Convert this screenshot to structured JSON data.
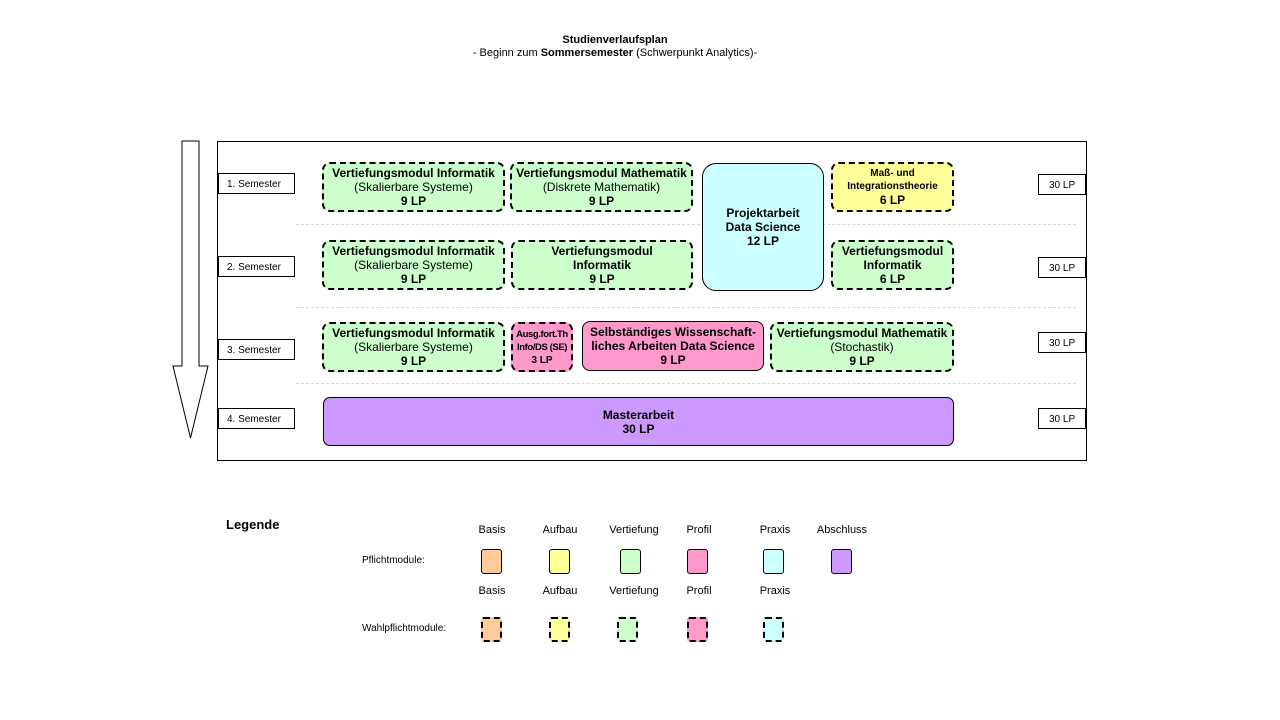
{
  "header": {
    "title": "Studienverlaufsplan",
    "subtitle_prefix": "- Beginn zum ",
    "subtitle_bold": "Sommersemester",
    "subtitle_suffix": " (Schwerpunkt Analytics)-"
  },
  "semesters": [
    {
      "label": "1. Semester",
      "lp": "30 LP"
    },
    {
      "label": "2. Semester",
      "lp": "30 LP"
    },
    {
      "label": "3. Semester",
      "lp": "30 LP"
    },
    {
      "label": "4. Semester",
      "lp": "30 LP"
    }
  ],
  "modules": {
    "s1_inf": {
      "title": "Vertiefungsmodul Informatik",
      "sub": "(Skalierbare Systeme)",
      "lp": "9 LP"
    },
    "s1_math": {
      "title": "Vertiefungsmodul Mathematik",
      "sub": "(Diskrete Mathematik)",
      "lp": "9 LP"
    },
    "projekt": {
      "line1": "Projektarbeit",
      "line2": "Data Science",
      "lp": "12 LP"
    },
    "s1_mass": {
      "line1": "Maß- und",
      "line2": "Integrationstheorie",
      "lp": "6 LP"
    },
    "s2_inf1": {
      "title": "Vertiefungsmodul Informatik",
      "sub": "(Skalierbare Systeme)",
      "lp": "9 LP"
    },
    "s2_inf2": {
      "line1": "Vertiefungsmodul",
      "line2": "Informatik",
      "lp": "9 LP"
    },
    "s2_inf3": {
      "line1": "Vertiefungsmodul",
      "line2": "Informatik",
      "lp": "6 LP"
    },
    "s3_inf": {
      "title": "Vertiefungsmodul Informatik",
      "sub": "(Skalierbare Systeme)",
      "lp": "9 LP"
    },
    "s3_ausg": {
      "line1": "Ausg.fort.Th",
      "line2": "Info/DS (SE)",
      "lp": "3 LP"
    },
    "s3_selbst": {
      "line1": "Selbständiges Wissenschaft-",
      "line2": "liches Arbeiten Data Science",
      "lp": "9 LP"
    },
    "s3_math": {
      "title": "Vertiefungsmodul Mathematik",
      "sub": "(Stochastik)",
      "lp": "9 LP"
    },
    "master": {
      "title": "Masterarbeit",
      "lp": "30 LP"
    }
  },
  "legend": {
    "title": "Legende",
    "pflicht_label": "Pflichtmodule:",
    "wahl_label": "Wahlpflichtmodule:",
    "categories": [
      "Basis",
      "Aufbau",
      "Vertiefung",
      "Profil",
      "Praxis",
      "Abschluss"
    ],
    "colors": {
      "basis": "#ffcc99",
      "aufbau": "#ffff99",
      "vertiefung": "#ccffcc",
      "profil": "#ff99cc",
      "praxis": "#ccffff",
      "abschluss": "#cc99ff"
    }
  }
}
